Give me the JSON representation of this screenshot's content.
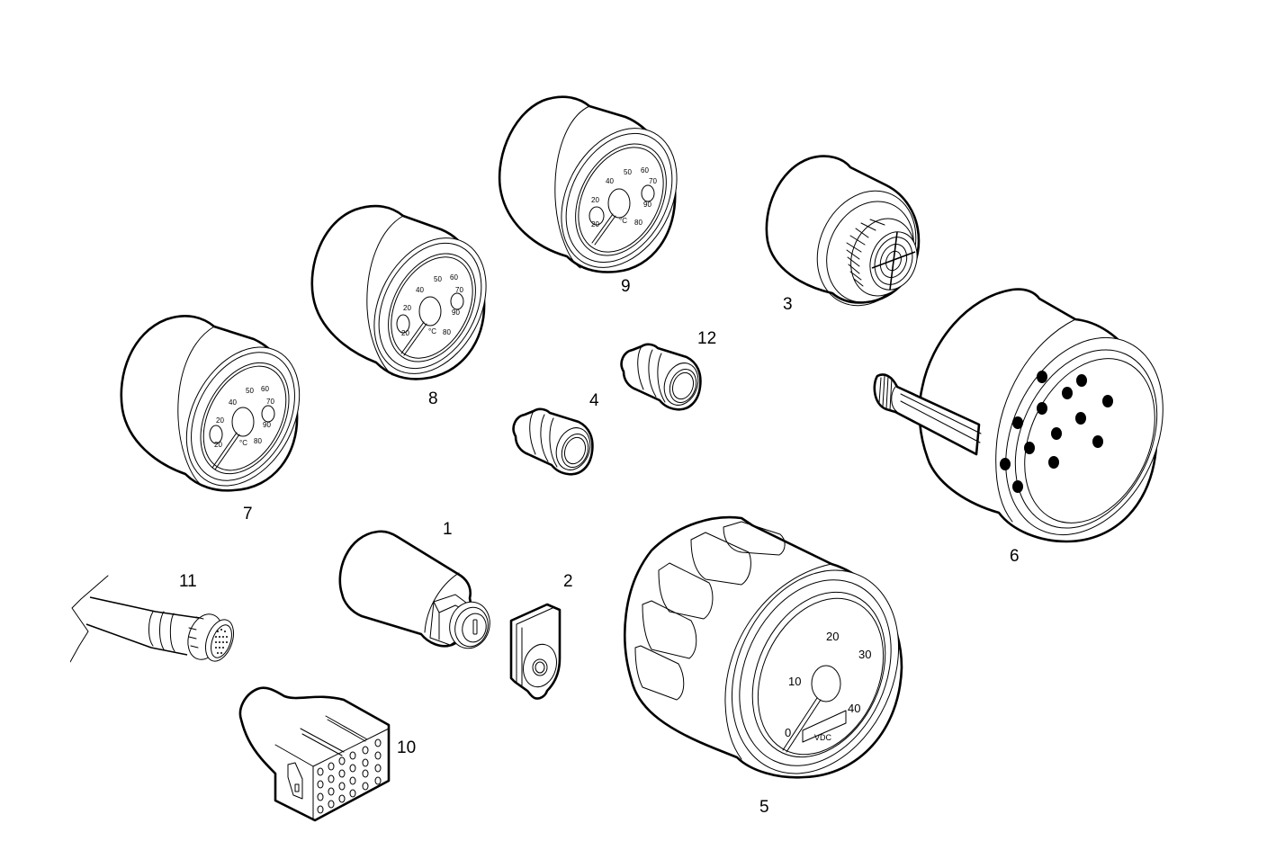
{
  "diagram": {
    "type": "exploded parts diagram",
    "subject": "instrument cluster gauges, indicator lights and connectors",
    "background": "#ffffff",
    "line_color": "#000000"
  },
  "parts": [
    {
      "id": "1",
      "label": "1",
      "description": "cylindrical sensor/switch with hex nut and slotted end"
    },
    {
      "id": "2",
      "label": "2",
      "description": "small tab bracket with round socket"
    },
    {
      "id": "3",
      "label": "3",
      "description": "round gauge housing with cross-grille lens (warning buzzer/light)"
    },
    {
      "id": "4",
      "label": "4",
      "description": "indicator lamp holder"
    },
    {
      "id": "5",
      "label": "5",
      "description": "large ribbed gauge, dial 0–40 with display window"
    },
    {
      "id": "6",
      "label": "6",
      "description": "gauge housing rear view with 12 pin holes and drive shaft"
    },
    {
      "id": "7",
      "label": "7",
      "description": "round gauge with dial 20–90 and two sub-indicators"
    },
    {
      "id": "8",
      "label": "8",
      "description": "round gauge with dial 20–90 and two sub-indicators"
    },
    {
      "id": "9",
      "label": "9",
      "description": "round gauge with dial 20–90 and two sub-indicators"
    },
    {
      "id": "10",
      "label": "10",
      "description": "multi-pin rectangular connector (24 pins)"
    },
    {
      "id": "11",
      "label": "11",
      "description": "cable with round multi-pin connector"
    },
    {
      "id": "12",
      "label": "12",
      "description": "indicator lamp holder"
    }
  ],
  "dials": {
    "small_gauge_labels": [
      "20",
      "20",
      "40",
      "50",
      "60",
      "70",
      "80",
      "90",
      "70"
    ],
    "large_gauge_labels": [
      "0",
      "10",
      "20",
      "30",
      "40"
    ],
    "large_gauge_window_text": "VDC"
  }
}
